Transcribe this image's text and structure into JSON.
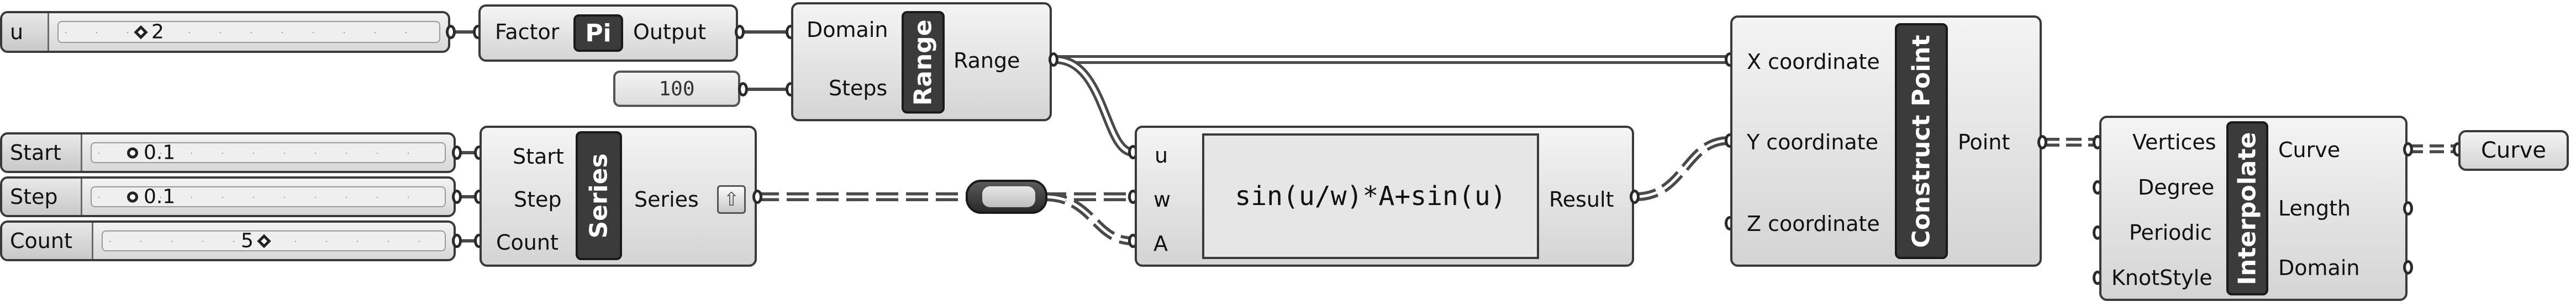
{
  "sliders": {
    "u": {
      "label": "u",
      "value": "2",
      "marker": "diamond"
    },
    "start": {
      "label": "Start",
      "value": "0.1",
      "marker": "circle"
    },
    "step": {
      "label": "Step",
      "value": "0.1",
      "marker": "circle"
    },
    "count": {
      "label": "Count",
      "value": "5",
      "marker": "diamond"
    }
  },
  "pi": {
    "input": "Factor",
    "core": "Pi",
    "output": "Output"
  },
  "panel_100": {
    "value": "100"
  },
  "range": {
    "inputs": [
      "Domain",
      "Steps"
    ],
    "core": "Range",
    "output": "Range"
  },
  "series": {
    "inputs": [
      "Start",
      "Step",
      "Count"
    ],
    "core": "Series",
    "output": "Series",
    "output_icon": "arrow-up-icon"
  },
  "expression": {
    "inputs": [
      "u",
      "w",
      "A"
    ],
    "formula": "sin(u/w)*A+sin(u)",
    "output": "Result"
  },
  "construct_point": {
    "inputs": [
      "X coordinate",
      "Y coordinate",
      "Z coordinate"
    ],
    "core": "Construct Point",
    "output": "Point"
  },
  "interpolate": {
    "inputs": [
      "Vertices",
      "Degree",
      "Periodic",
      "KnotStyle"
    ],
    "core": "Interpolate",
    "outputs": [
      "Curve",
      "Length",
      "Domain"
    ]
  },
  "curve_param": {
    "label": "Curve"
  },
  "colors": {
    "canvas": "#ffffff",
    "component": "#d8d8d8",
    "core": "#3b3b3b",
    "wire": "#4a4a4a"
  }
}
